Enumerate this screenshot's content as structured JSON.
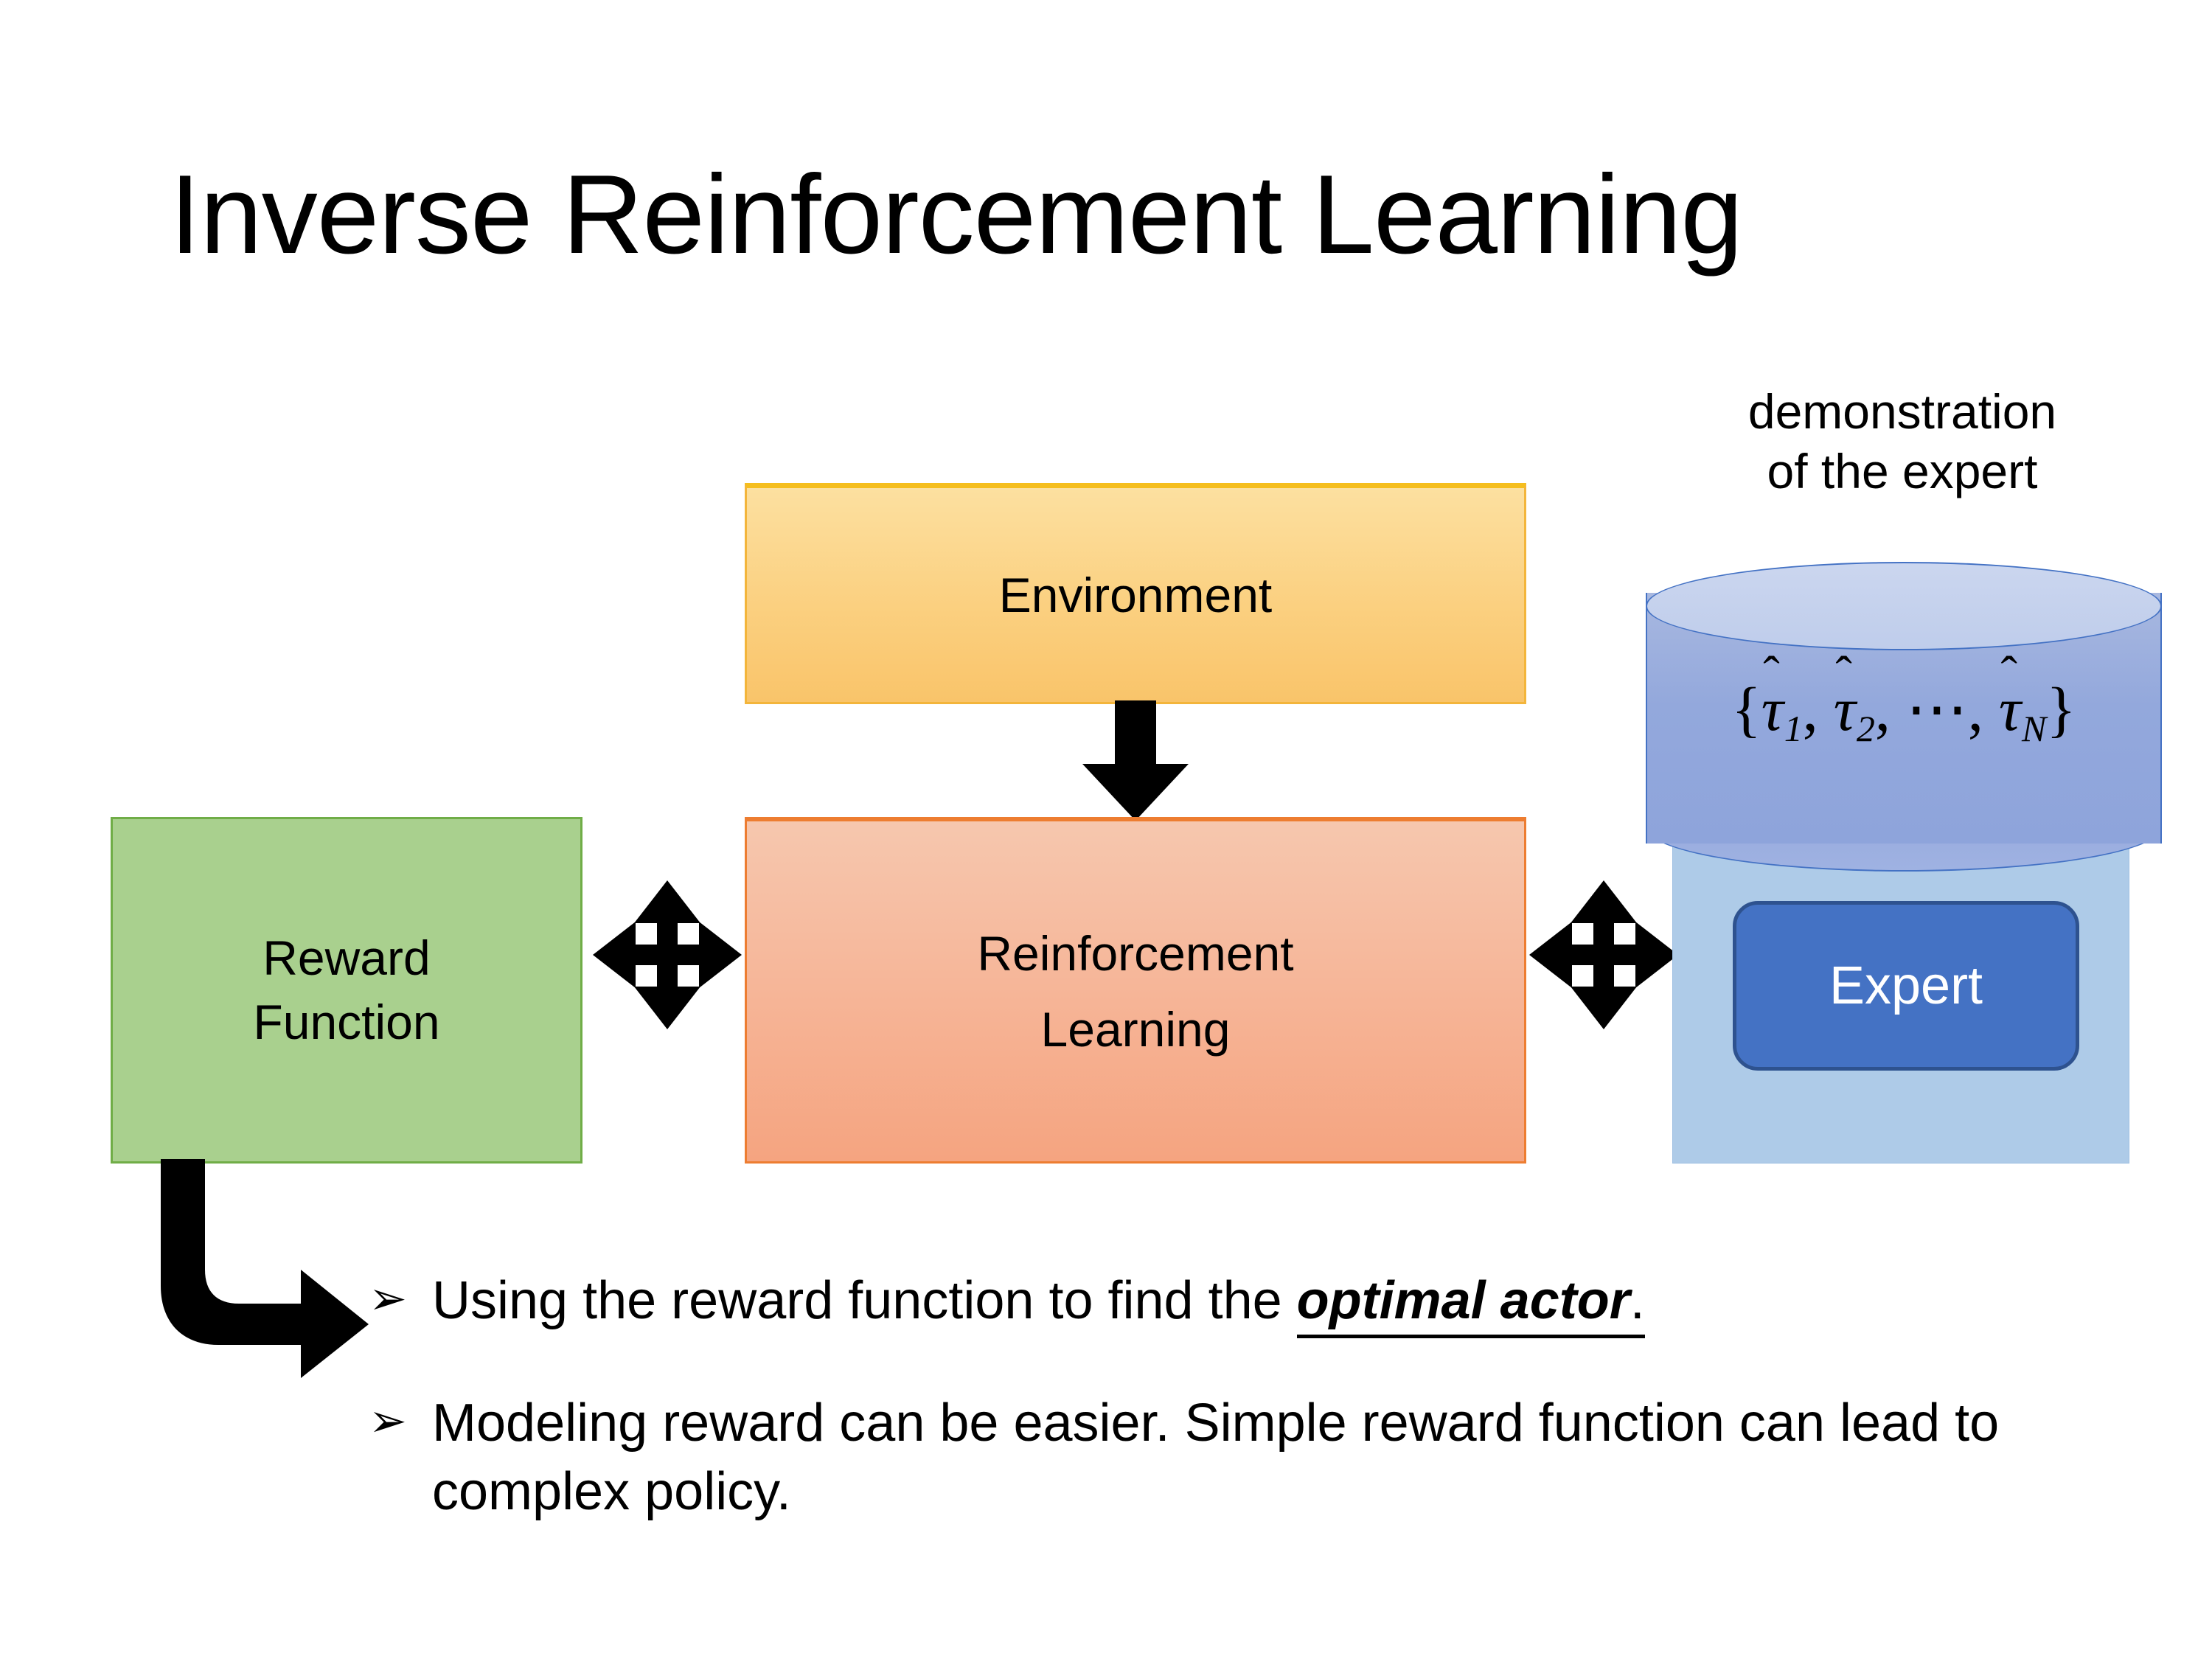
{
  "slide": {
    "title": "Inverse Reinforcement Learning",
    "background_color": "#FFFFFF"
  },
  "diagram": {
    "environment": {
      "label": "Environment",
      "fill_color": "#FBD080",
      "border_color": "#F3B53B"
    },
    "reward_function": {
      "label_line1": "Reward",
      "label_line2": "Function",
      "fill_color": "#A9D08E",
      "border_color": "#70AD47"
    },
    "reinforcement_learning": {
      "label_line1": "Reinforcement",
      "label_line2": "Learning",
      "fill_color": "#F5A480",
      "border_color": "#ED7D31"
    },
    "demonstration": {
      "caption_line1": "demonstration",
      "caption_line2": "of the expert",
      "cylinder_fill": "#93A8DC",
      "cylinder_border": "#4472C4",
      "formula": {
        "open_brace": "{",
        "terms": [
          {
            "symbol": "τ",
            "hat": "̂",
            "subscript": "1"
          },
          {
            "symbol": "τ",
            "hat": "̂",
            "subscript": "2"
          }
        ],
        "ellipsis": "⋯",
        "last_term": {
          "symbol": "τ",
          "hat": "̂",
          "subscript": "N"
        },
        "close_brace": "}",
        "plain_text": "{τ̂1, τ̂2, ⋯, τ̂N}"
      },
      "panel_fill": "#AECBE8"
    },
    "expert": {
      "label": "Expert",
      "fill_color": "#4472C4",
      "border_color": "#2E528F",
      "text_color": "#FFFFFF"
    },
    "connectors": {
      "environment_to_rl": "down-arrow",
      "reward_to_rl": "quad-arrow",
      "rl_to_expert": "quad-arrow",
      "reward_to_bullets": "elbow-arrow"
    }
  },
  "bullets": {
    "marker": "➢",
    "items": [
      {
        "lead": "Using the reward function to find the ",
        "emphasis": "optimal actor",
        "tail": "."
      },
      {
        "lead": "Modeling reward can be easier. Simple reward function can lead to complex policy.",
        "emphasis": "",
        "tail": ""
      }
    ]
  }
}
